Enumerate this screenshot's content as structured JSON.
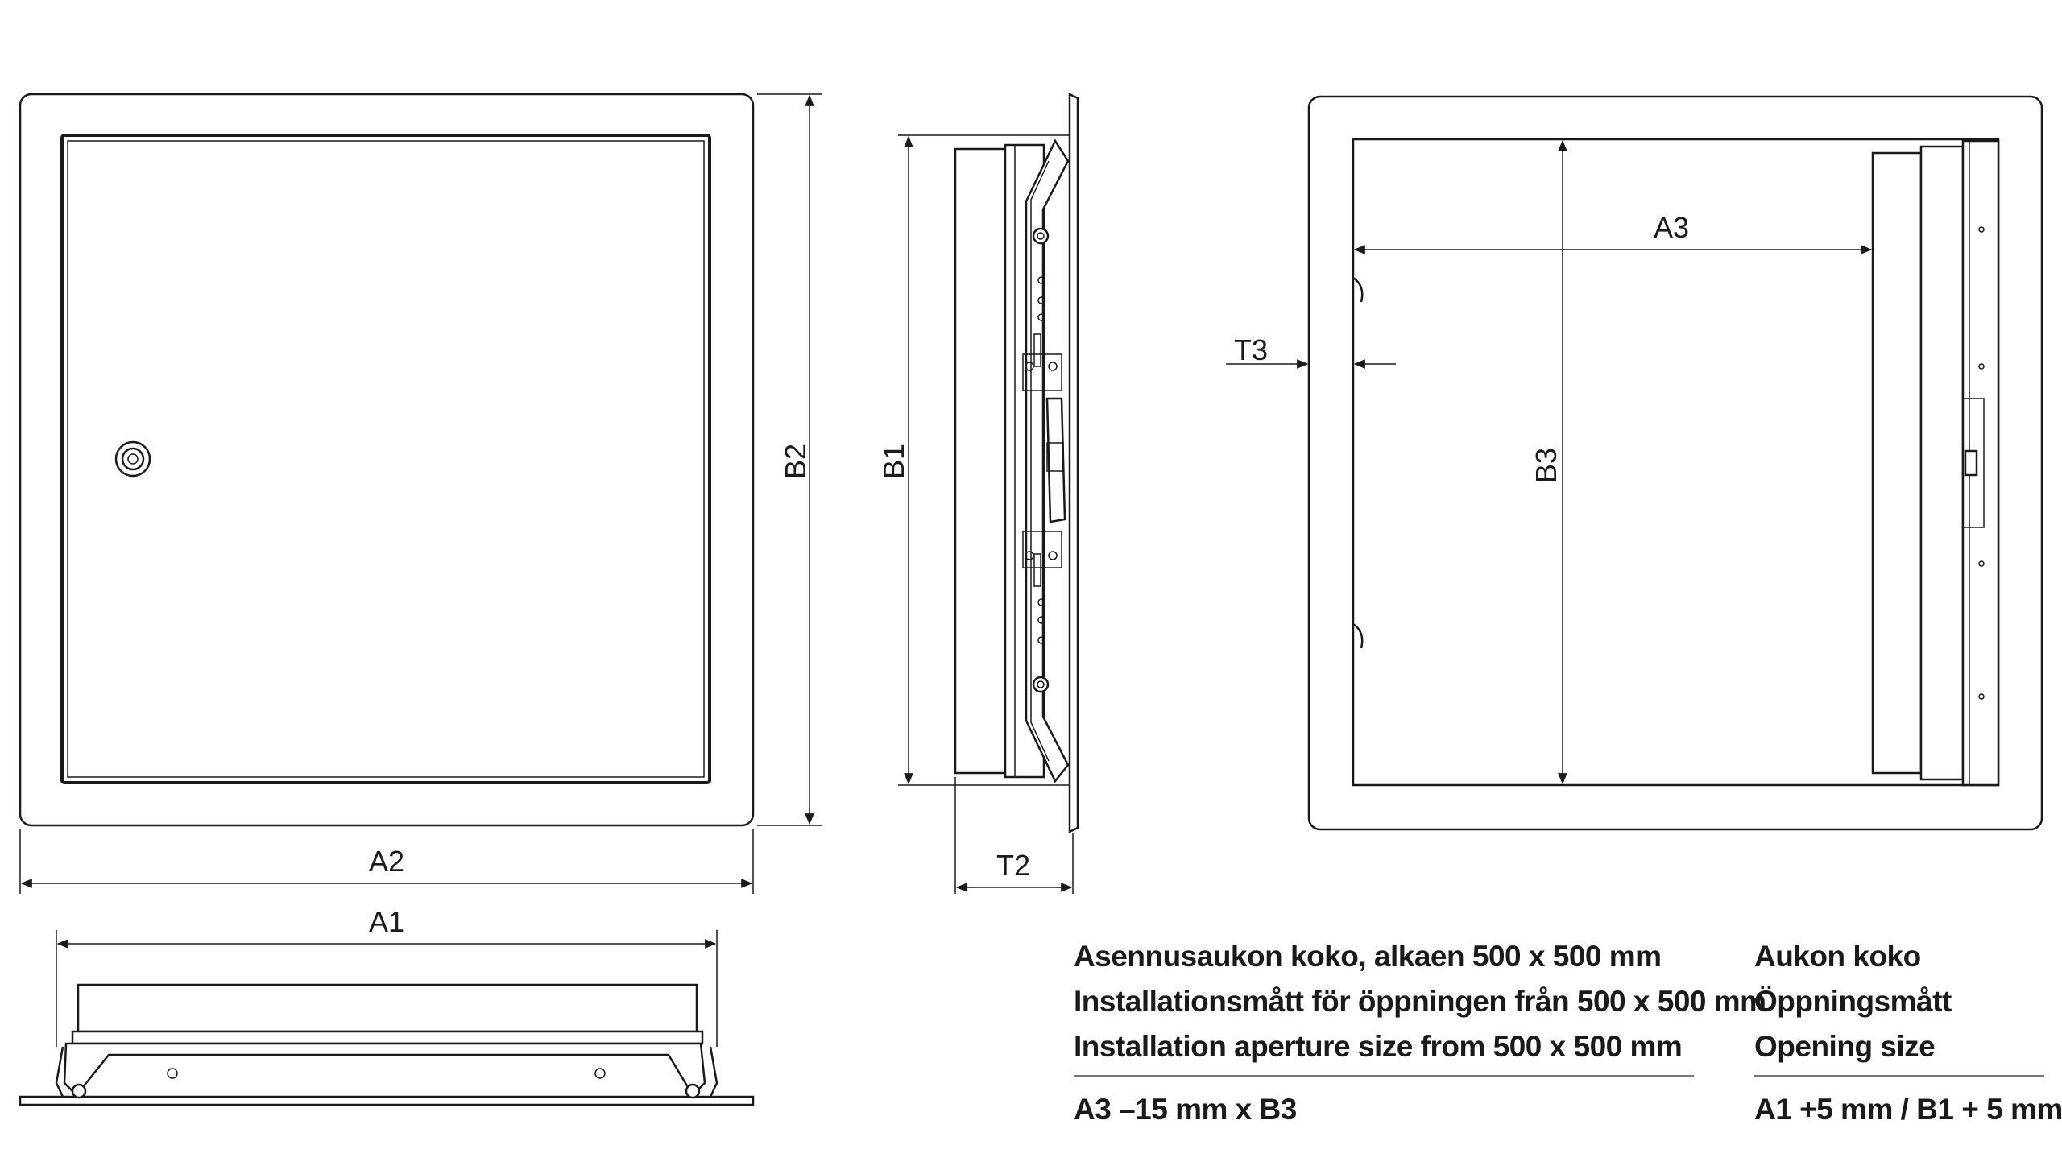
{
  "dimensions": {
    "a1": "A1",
    "a2": "A2",
    "a3": "A3",
    "b1": "B1",
    "b2": "B2",
    "b3": "B3",
    "t2": "T2",
    "t3": "T3"
  },
  "caption_left": {
    "line1": "Asennusaukon koko, alkaen 500 x 500 mm",
    "line2": "Installationsmått för öppningen från 500 x 500 mm",
    "line3": "Installation aperture size from 500 x 500 mm",
    "formula": "A3 –15 mm  x B3"
  },
  "caption_right": {
    "line1": "Aukon koko",
    "line2": "Öppningsmått",
    "line3": "Opening size",
    "formula": "A1 +5 mm / B1 + 5 mm"
  }
}
